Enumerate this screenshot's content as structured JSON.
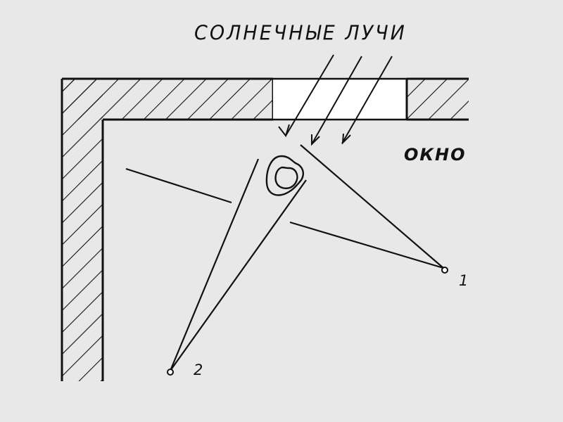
{
  "labels": {
    "sun_rays": "СОЛНЕЧНЫЕ ЛУЧИ",
    "window": "ОКНО",
    "observer_1": "1",
    "observer_2": "2"
  },
  "colors": {
    "background": "#e8e8e8",
    "ink": "#111111",
    "window_glass": "#ffffff"
  }
}
